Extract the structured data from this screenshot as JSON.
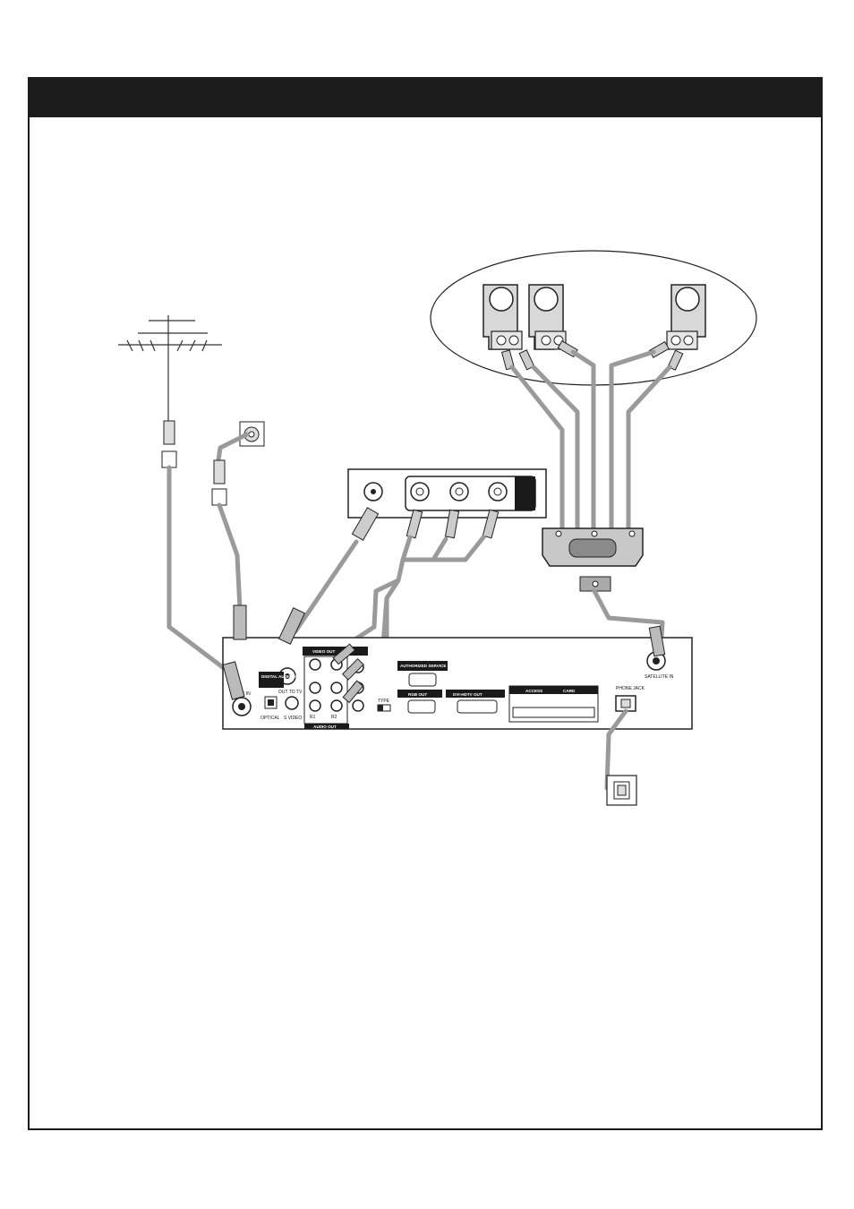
{
  "receiver": {
    "cable_in_label": "CABLE IN",
    "out_to_tv_label": "OUT TO TV",
    "video_out_label": "VIDEO OUT",
    "digital_audio_out_label": "DIGITAL AUDIO OUT",
    "optical_label": "OPTICAL",
    "s_video_label": "S VIDEO",
    "r1_label": "R1",
    "r2_label": "R2",
    "audio_out_label": "AUDIO OUT",
    "type_label": "TYPE",
    "authorized_service_label": "AUTHORIZED SERVICE ONLY",
    "rgb_out_label": "RGB OUT",
    "dvi_hdtv_out_label": "DVI-HDTV OUT",
    "access_card_left_label": "ACCESS",
    "access_card_right_label": "CARD",
    "phone_jack_label": "PHONE JACK",
    "satellite_in_label": "SATELLITE IN"
  },
  "colors": {
    "header_bar": "#1c1c1c",
    "cable": "#9a9a9a",
    "outline": "#222222"
  }
}
